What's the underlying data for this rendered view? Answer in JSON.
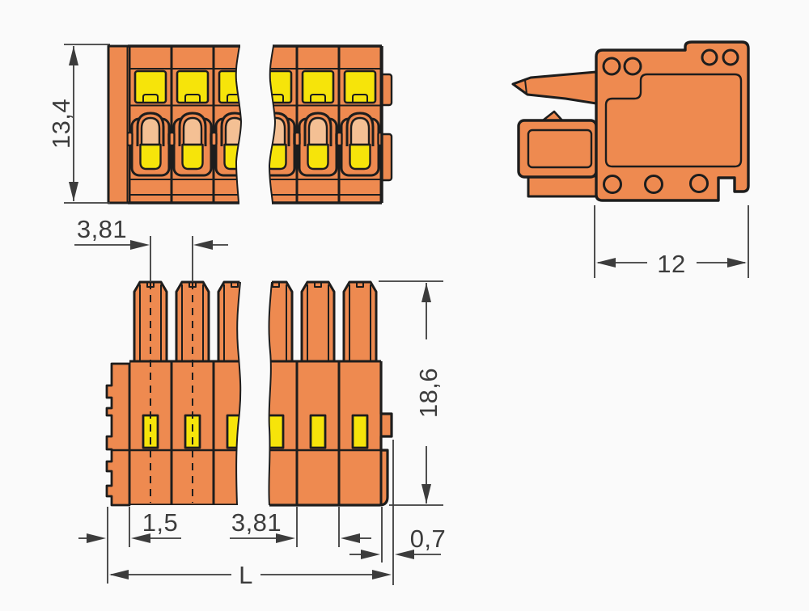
{
  "drawing": {
    "title": "Multi-pole pluggable terminal block connector - dimensional drawing",
    "views": {
      "front": "front-view",
      "side": "side-view",
      "bottom": "bottom-view"
    }
  },
  "colors": {
    "background": "#fafafa",
    "housing": "#ee8a50",
    "button_yellow": "#f6e40a",
    "contact_peach": "#f4c094",
    "outline": "#1d1d1d",
    "dim": "#3c3c3c"
  },
  "dimensions": {
    "front_height": "13,4",
    "top_pitch": "3,81",
    "side_width": "12",
    "bottom_depth": "18,6",
    "end_wall": "1,5",
    "bottom_pitch": "3,81",
    "latch_offset": "0,7",
    "overall_length": "L"
  }
}
